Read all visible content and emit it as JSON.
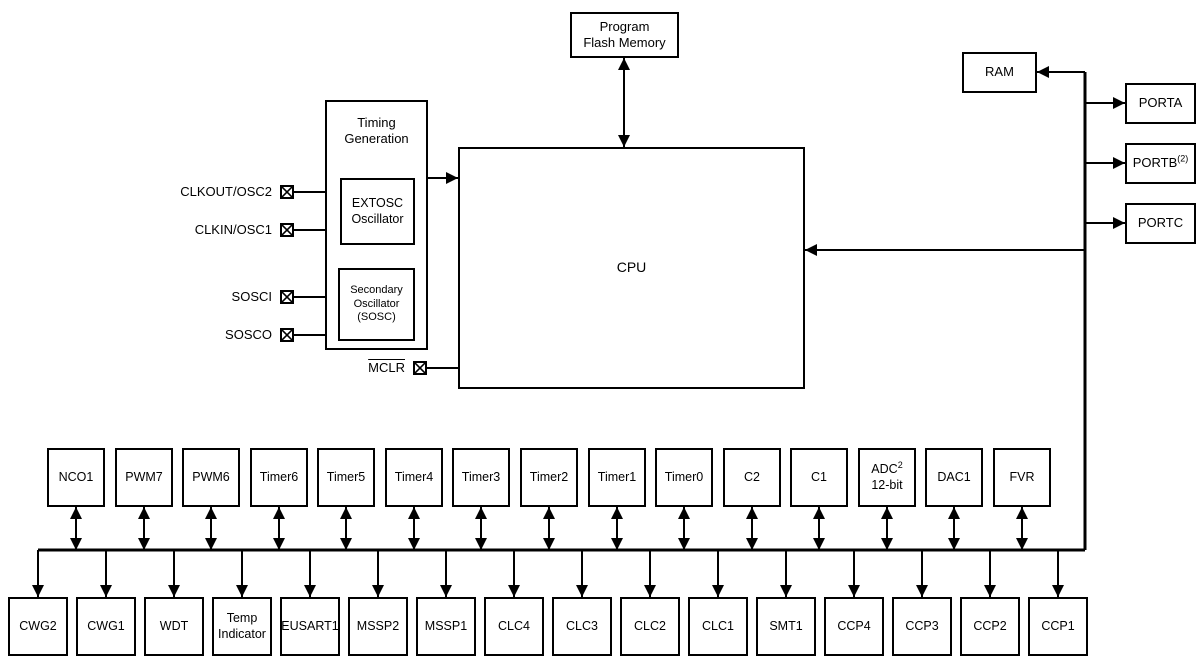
{
  "colors": {
    "line": "#000000",
    "background": "#ffffff"
  },
  "blocks": {
    "program_flash": {
      "label": "Program\nFlash Memory"
    },
    "ram": {
      "label": "RAM"
    },
    "cpu": {
      "label": "CPU"
    },
    "timing": {
      "label": "Timing\nGeneration"
    },
    "extosc": {
      "label": "EXTOSC\nOscillator"
    },
    "sosc": {
      "label": "Secondary\nOscillator\n(SOSC)"
    }
  },
  "ports": [
    {
      "label": "PORTA",
      "sup": ""
    },
    {
      "label": "PORTB",
      "sup": "(2)"
    },
    {
      "label": "PORTC",
      "sup": ""
    }
  ],
  "pins": [
    {
      "label": "CLKOUT/OSC2"
    },
    {
      "label": "CLKIN/OSC1"
    },
    {
      "label": "SOSCI"
    },
    {
      "label": "SOSCO"
    },
    {
      "label": "MCLR"
    }
  ],
  "peripherals_top": [
    {
      "label": "NCO1"
    },
    {
      "label": "PWM7"
    },
    {
      "label": "PWM6"
    },
    {
      "label": "Timer6"
    },
    {
      "label": "Timer5"
    },
    {
      "label": "Timer4"
    },
    {
      "label": "Timer3"
    },
    {
      "label": "Timer2"
    },
    {
      "label": "Timer1"
    },
    {
      "label": "Timer0"
    },
    {
      "label": "C2"
    },
    {
      "label": "C1"
    },
    {
      "label": "ADC",
      "sup": "2",
      "label2": "12-bit"
    },
    {
      "label": "DAC1"
    },
    {
      "label": "FVR"
    }
  ],
  "peripherals_bottom": [
    {
      "label": "CWG2"
    },
    {
      "label": "CWG1"
    },
    {
      "label": "WDT"
    },
    {
      "label": "Temp\nIndicator"
    },
    {
      "label": "EUSART1"
    },
    {
      "label": "MSSP2"
    },
    {
      "label": "MSSP1"
    },
    {
      "label": "CLC4"
    },
    {
      "label": "CLC3"
    },
    {
      "label": "CLC2"
    },
    {
      "label": "CLC1"
    },
    {
      "label": "SMT1"
    },
    {
      "label": "CCP4"
    },
    {
      "label": "CCP3"
    },
    {
      "label": "CCP2"
    },
    {
      "label": "CCP1"
    }
  ]
}
